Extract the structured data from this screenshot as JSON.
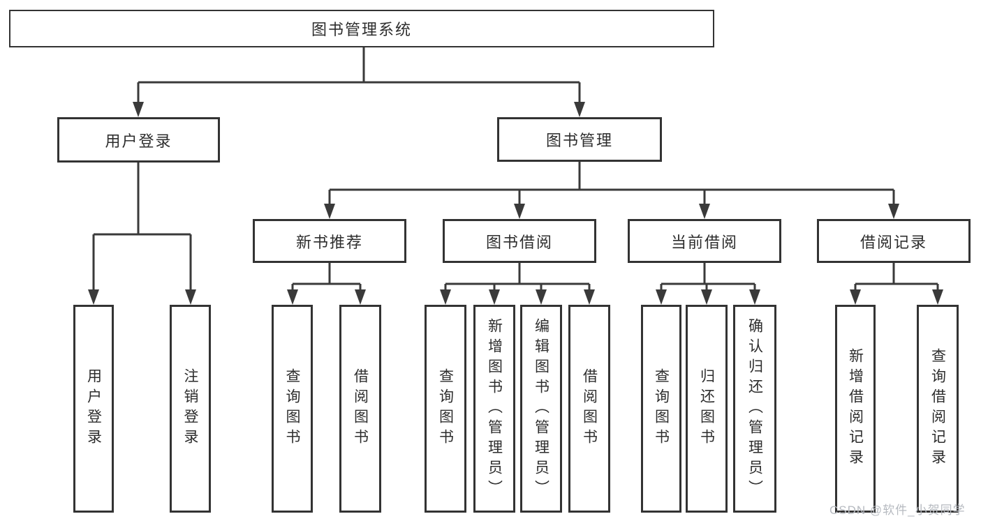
{
  "tree": {
    "label": "图书管理系统",
    "children": [
      {
        "label": "用户登录",
        "children": [
          {
            "label": "用户登录"
          },
          {
            "label": "注销登录"
          }
        ]
      },
      {
        "label": "图书管理",
        "children": [
          {
            "label": "新书推荐",
            "children": [
              {
                "label": "查询图书"
              },
              {
                "label": "借阅图书"
              }
            ]
          },
          {
            "label": "图书借阅",
            "children": [
              {
                "label": "查询图书"
              },
              {
                "label": "新增图书（管理员）"
              },
              {
                "label": "编辑图书（管理员）"
              },
              {
                "label": "借阅图书"
              }
            ]
          },
          {
            "label": "当前借阅",
            "children": [
              {
                "label": "查询图书"
              },
              {
                "label": "归还图书"
              },
              {
                "label": "确认归还（管理员）"
              }
            ]
          },
          {
            "label": "借阅记录",
            "children": [
              {
                "label": "新增借阅记录"
              },
              {
                "label": "查询借阅记录"
              }
            ]
          }
        ]
      }
    ]
  },
  "watermark": {
    "text": "CSDN @软件_小贺同学"
  },
  "colors": {
    "line": "#3a3a3a",
    "box_border": "#333333",
    "text": "#2d2d2d",
    "watermark": "#b6bac0",
    "background": "#ffffff"
  }
}
